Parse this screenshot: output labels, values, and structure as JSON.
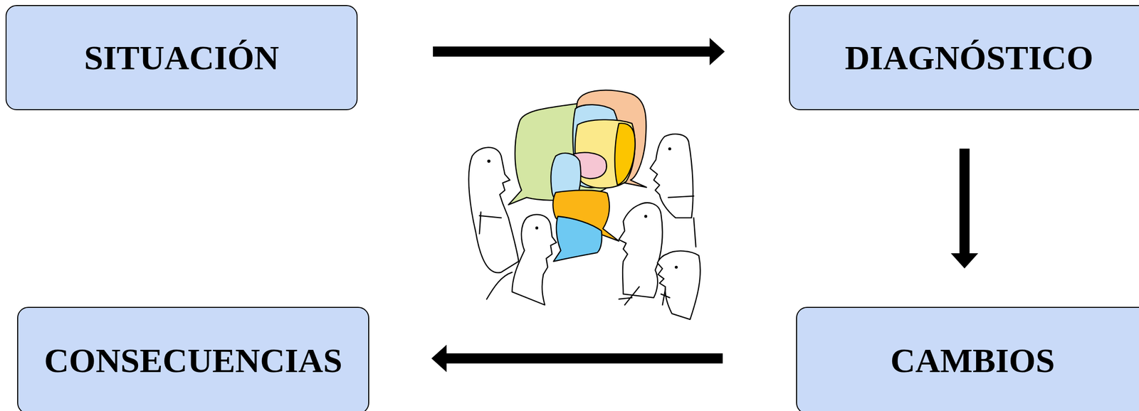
{
  "diagram": {
    "nodes": [
      {
        "text": [
          "SITUACIÓN"
        ]
      },
      {
        "text": [
          "DIAGNÓSTICO"
        ]
      },
      {
        "text": [
          "CONSECUENCIAS"
        ]
      },
      {
        "text": [
          "CAMBIOS"
        ]
      }
    ],
    "edges": [
      {
        "from": 0,
        "to": 1,
        "arrow": "to"
      },
      {
        "from": 1,
        "to": 3,
        "arrow": "to"
      },
      {
        "from": 3,
        "to": 2,
        "arrow": "to"
      }
    ]
  }
}
